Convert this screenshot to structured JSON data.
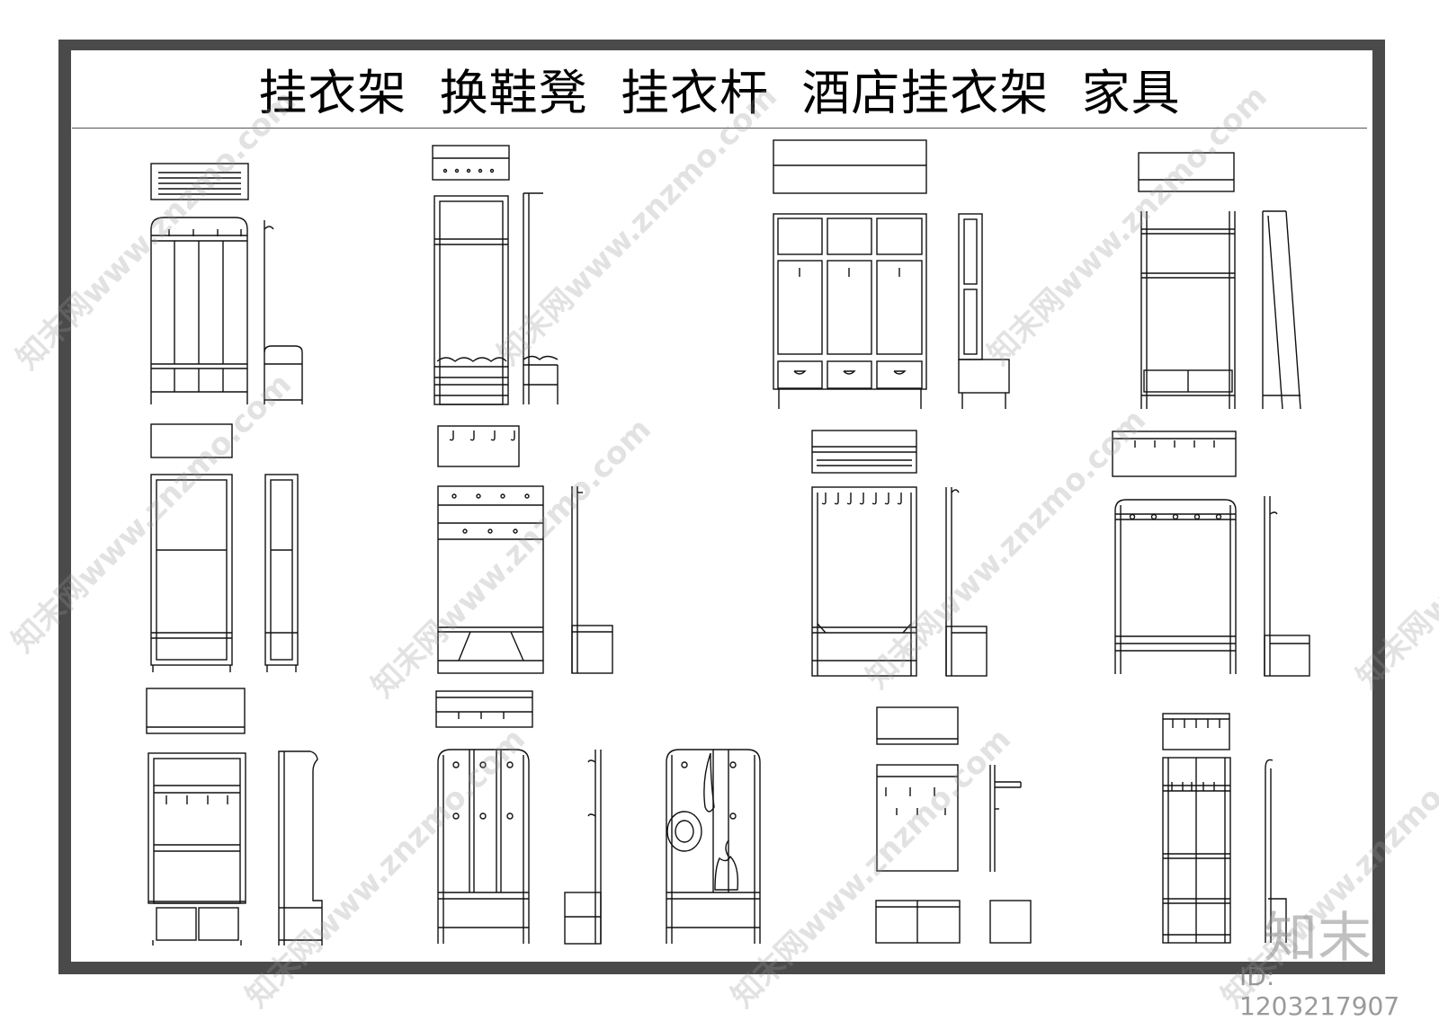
{
  "title": "挂衣架  换鞋凳  挂衣杆  酒店挂衣架  家具",
  "watermark_text": "知末网www.znzmo.com",
  "brand_logo": "知末",
  "image_id": "ID: 1203217907",
  "colors": {
    "frame": "#4a4a4a",
    "line": "#111111",
    "background": "#ffffff"
  }
}
